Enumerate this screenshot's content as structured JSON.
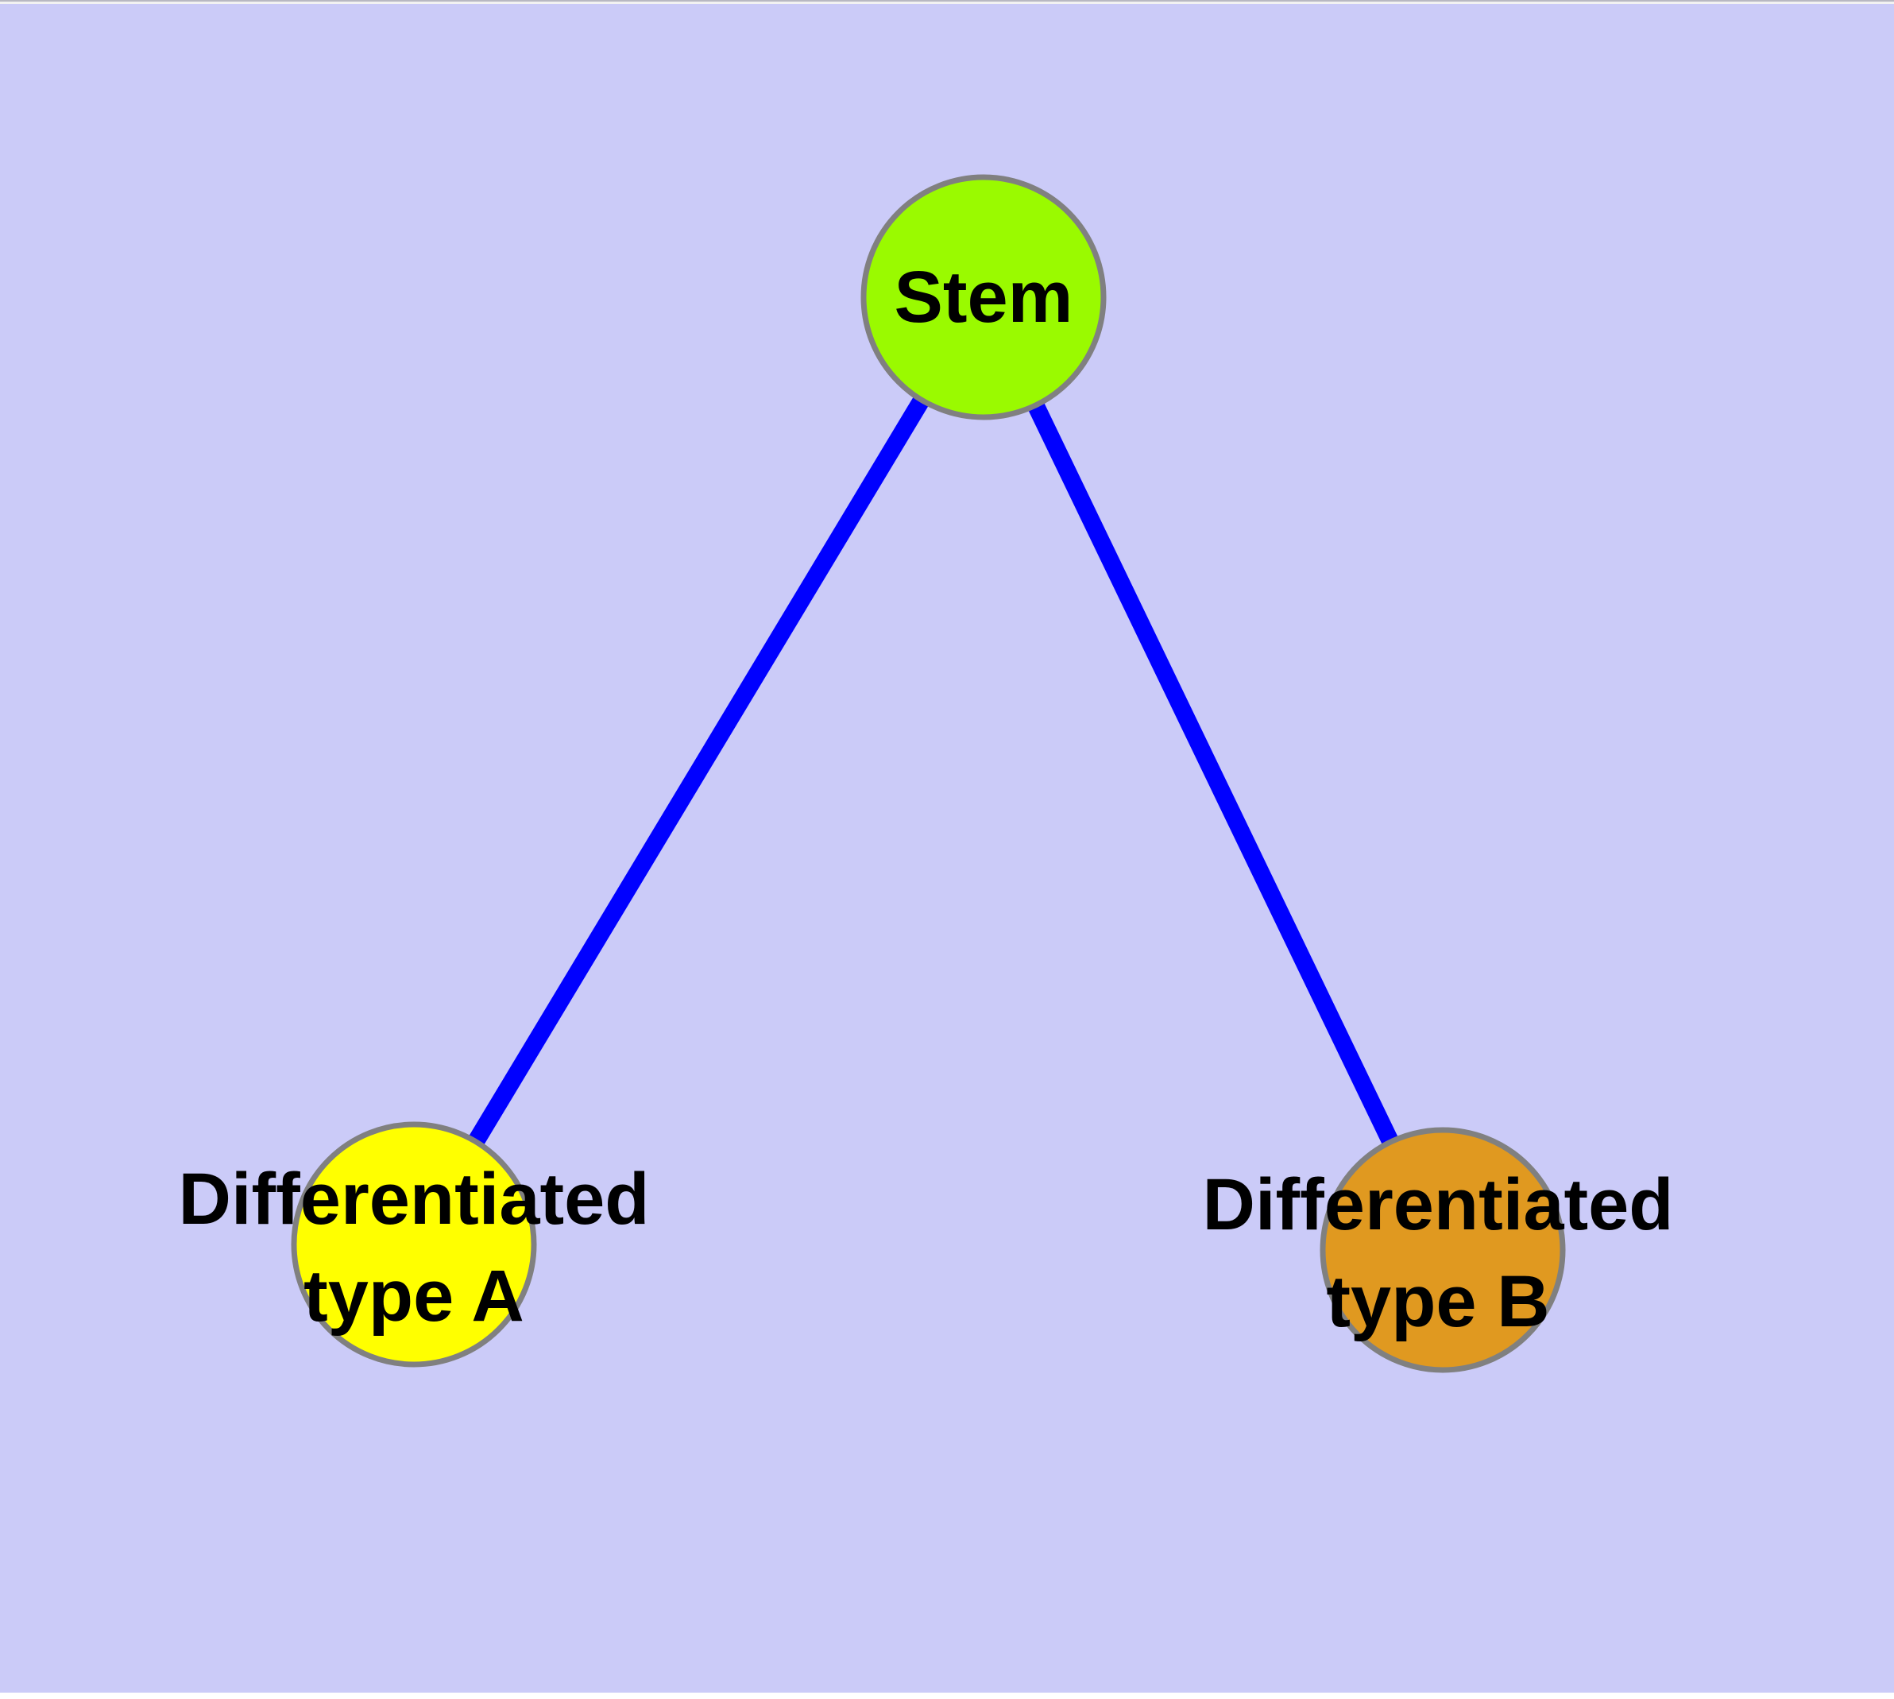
{
  "colors": {
    "background": "#CBCBF8",
    "frame_top_line": "#B8B8C2",
    "frame_top_strip": "#F2F2F2",
    "frame_bottom_strip": "#FFFFFF",
    "node_border": "#808080",
    "edge": "#0000FF",
    "label_text": "#000000",
    "stem_fill": "#9AFA00",
    "type_a_fill": "#FFFF00",
    "type_b_fill": "#E09920"
  },
  "graph": {
    "type": "node-link-diagram",
    "nodes": [
      {
        "id": "stem",
        "label": "Stem",
        "lines": [
          "Stem"
        ],
        "fill": "#9AFA00"
      },
      {
        "id": "type-a",
        "label": "Differentiated type A",
        "lines": [
          "Differentiated",
          "type A"
        ],
        "fill": "#FFFF00"
      },
      {
        "id": "type-b",
        "label": "Differentiated type B",
        "lines": [
          "Differentiated",
          "type B"
        ],
        "fill": "#E09920"
      }
    ],
    "edges": [
      {
        "from": "stem",
        "to": "type-a"
      },
      {
        "from": "stem",
        "to": "type-b"
      }
    ]
  }
}
